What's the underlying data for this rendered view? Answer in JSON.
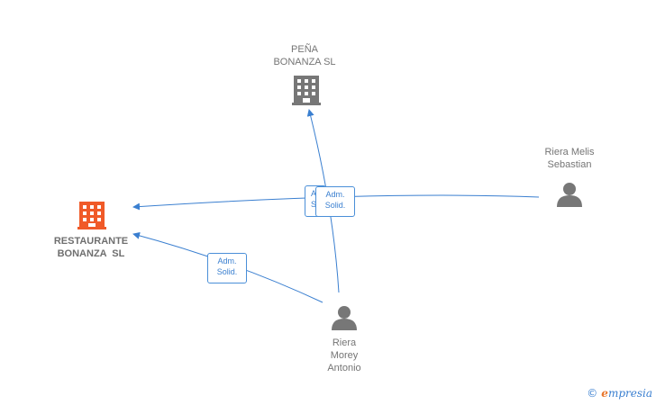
{
  "nodes": {
    "restaurante": {
      "line1": "RESTAURANTE",
      "line2": "BONANZA  SL",
      "color": "#f05a28"
    },
    "pena": {
      "line1": "PEÑA",
      "line2": "BONANZA SL",
      "color": "#777777"
    },
    "riera_melis": {
      "line1": "Riera Melis",
      "line2": "Sebastian",
      "color": "#777777"
    },
    "riera_morey": {
      "line1": "Riera",
      "line2": "Morey",
      "line3": "Antonio",
      "color": "#777777"
    }
  },
  "edges": {
    "badge_label_1": "Adm.",
    "badge_label_2": "Solid.",
    "badge_partial_1": "A",
    "badge_partial_2": "S",
    "line_color": "#3a7fd0"
  },
  "watermark": {
    "copyright": "©",
    "brand_initial": "e",
    "brand_rest": "mpresia"
  }
}
